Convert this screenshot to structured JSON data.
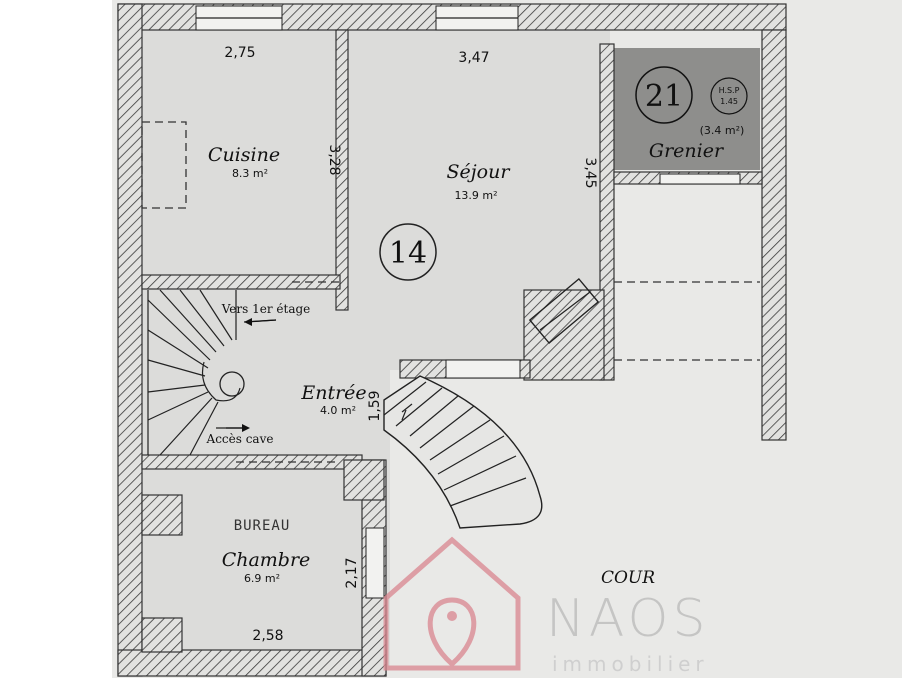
{
  "rooms": {
    "cuisine": {
      "name": "Cuisine",
      "area": "8.3 m²"
    },
    "sejour": {
      "name": "Séjour",
      "area": "13.9 m²"
    },
    "grenier": {
      "name": "Grenier",
      "area": "(3.4 m²)",
      "number": "21",
      "hsp_label": "H.S.P",
      "hsp_value": "1.45"
    },
    "entree": {
      "name": "Entrée",
      "area": "4.0 m²"
    },
    "chambre": {
      "name": "Chambre",
      "area": "6.9 m²",
      "handwritten": "BUREAU"
    },
    "cour": {
      "name": "COUR"
    }
  },
  "unit_number": "14",
  "dimensions": {
    "cuisine_width": "2,75",
    "sejour_width": "3,47",
    "cuisine_height": "3,28",
    "sejour_height": "3,45",
    "entree_width": "1,59",
    "chambre_height": "2,17",
    "chambre_width": "2,58"
  },
  "stairs": {
    "up_label": "Vers 1er étage",
    "down_label": "Accès cave"
  },
  "watermark": {
    "brand": "NAOS",
    "subtitle": "immobilier",
    "color": "#d9868f"
  }
}
